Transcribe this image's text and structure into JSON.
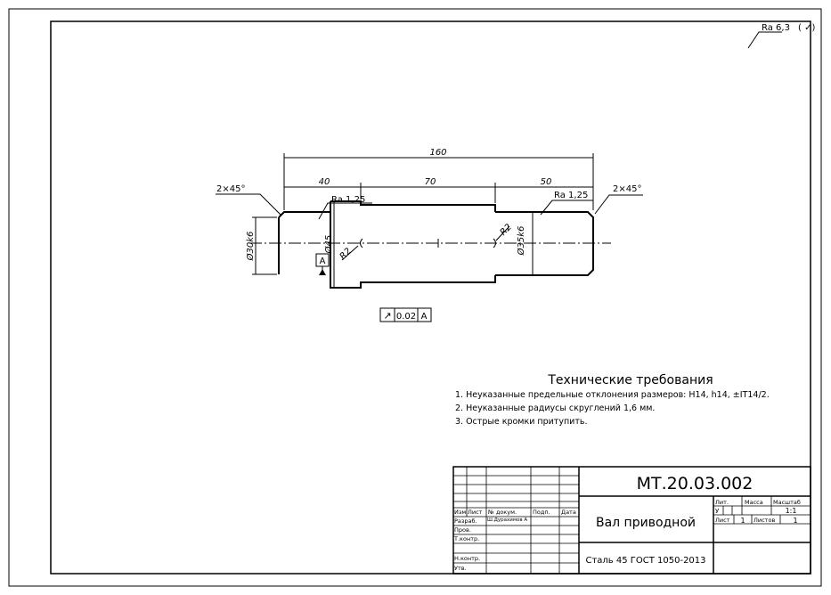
{
  "roughness": {
    "general": "Ra 6,3",
    "general_suffix": "( ✓)",
    "left_shoulder": "Ra 1,25",
    "right_shoulder": "Ra 1,25"
  },
  "dimensions": {
    "total_length": "160",
    "left_length": "40",
    "middle_length": "70",
    "right_length": "50",
    "left_diameter": "Ø30k6",
    "collar_diameter": "Ø45",
    "right_diameter": "Ø35k6",
    "radius_left": "R2",
    "radius_right": "R2",
    "chamfer_left": "2×45°",
    "chamfer_right": "2×45°"
  },
  "datum": {
    "label": "A"
  },
  "tolerance": {
    "symbol": "↗",
    "value": "0.02",
    "datum": "A"
  },
  "requirements": {
    "title": "Технические требования",
    "items": [
      "1. Неуказанные предельные отклонения размеров: H14, h14, ±IT14/2.",
      "2. Неуказанные радиусы скруглений 1,6 мм.",
      "3. Острые кромки притупить."
    ]
  },
  "title_block": {
    "designation": "МТ.20.03.002",
    "name": "Вал приводной",
    "material": "Сталь 45 ГОСТ 1050-2013",
    "col_headers": [
      "Изм",
      "Лист",
      "№ докум.",
      "Подп.",
      "Дата"
    ],
    "roles": [
      "Разраб.",
      "Пров.",
      "Т.контр.",
      "Н.контр.",
      "Утв."
    ],
    "developer": "Ш.Дурахимов А",
    "lit_label": "Лит.",
    "mass_label": "Масса",
    "scale_label": "Масштаб",
    "lit_value": "У",
    "scale_value": "1:1",
    "sheet_label": "Лист",
    "sheet_value": "1",
    "sheets_label": "Листов",
    "sheets_value": "1"
  }
}
